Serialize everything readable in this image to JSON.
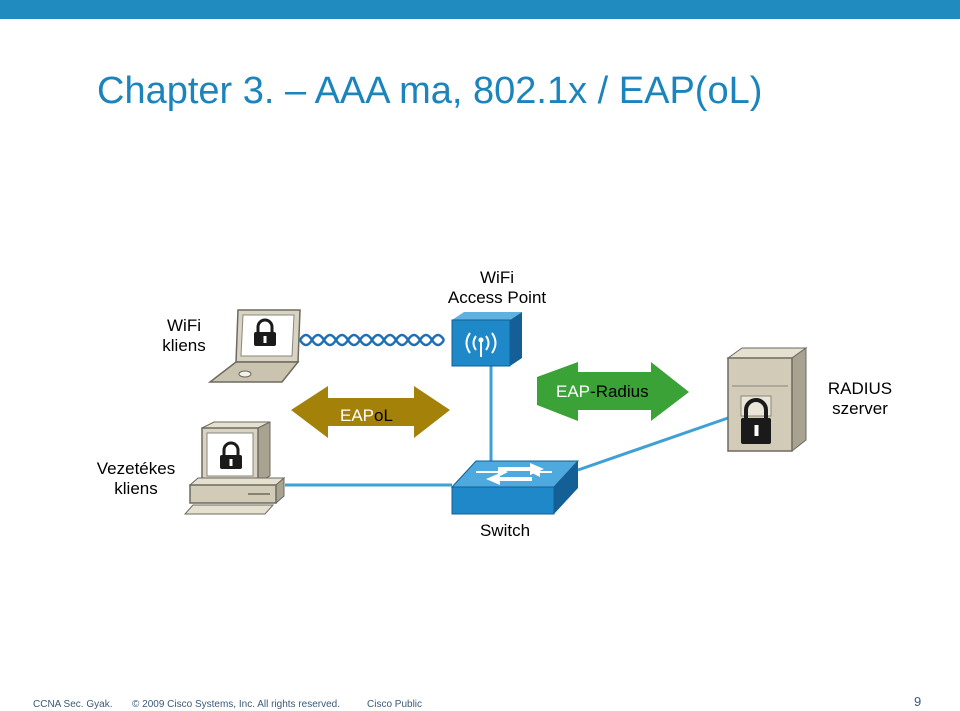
{
  "title": "Chapter 3. – AAA ma, 802.1x / EAP(oL)",
  "labels": {
    "wifi_client_line1": "WiFi",
    "wifi_client_line2": "kliens",
    "access_point_line1": "WiFi",
    "access_point_line2": "Access Point",
    "radius_line1": "RADIUS",
    "radius_line2": "szerver",
    "wired_client_line1": "Vezetékes",
    "wired_client_line2": "kliens",
    "switch": "Switch"
  },
  "arrows": {
    "eapol_part1": "EAP",
    "eapol_part2": "oL",
    "eap_radius_part1": "EAP",
    "eap_radius_part2": "-Radius"
  },
  "colors": {
    "title": "#1b84bd",
    "topbar": "#1f8bbf",
    "eapol_arrow": "#a4820a",
    "eap_radius_arrow": "#3aa236",
    "device_blue": "#1e88c8",
    "link_line": "#3fa0d4"
  },
  "footer": {
    "course": "CCNA Sec. Gyak.",
    "copyright": "© 2009 Cisco Systems, Inc. All rights reserved.",
    "classification": "Cisco Public",
    "page": "9"
  }
}
